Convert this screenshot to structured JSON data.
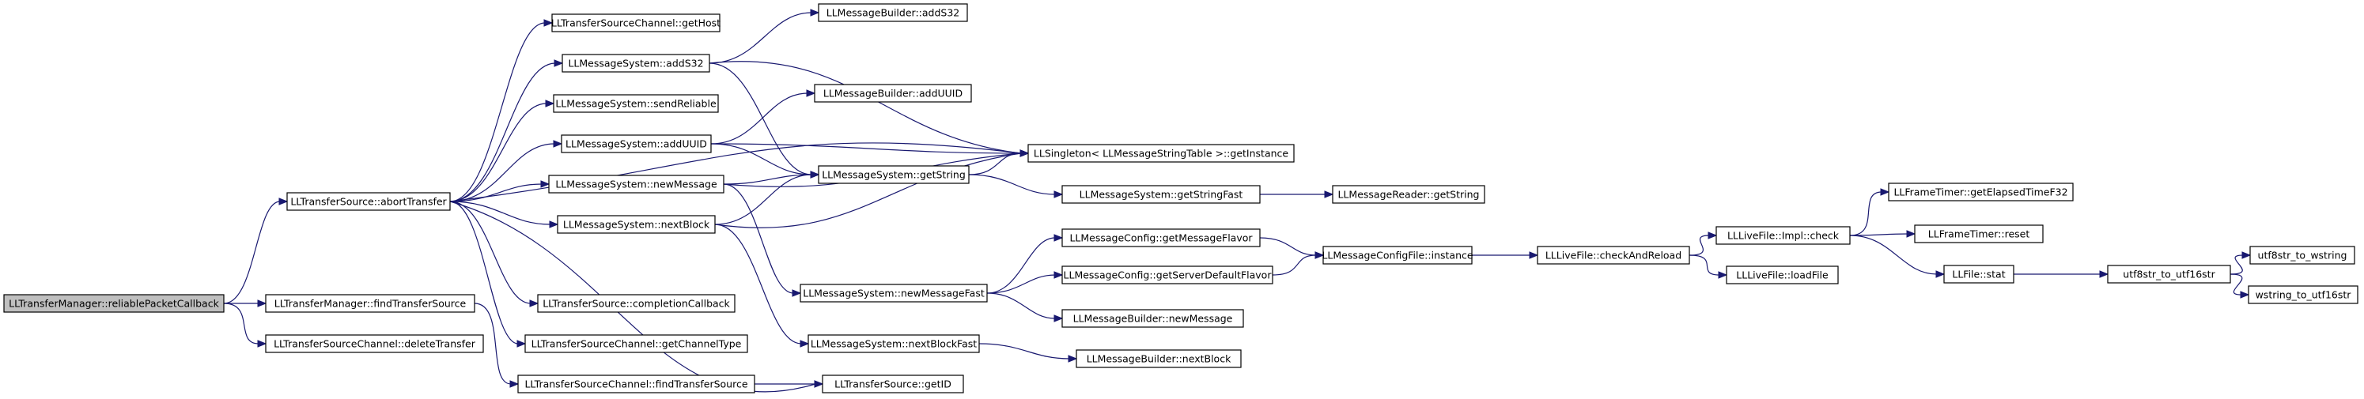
{
  "colors": {
    "edge": "#191970",
    "root_fill": "#bfbfbf",
    "node_fill": "#ffffff",
    "border": "#000000"
  },
  "nodes": [
    {
      "id": "root",
      "label": "LLTransferManager::reliablePacketCallback",
      "root": true
    },
    {
      "id": "abortTransfer",
      "label": "LLTransferSource::abortTransfer"
    },
    {
      "id": "findTransferSource",
      "label": "LLTransferManager::findTransferSource"
    },
    {
      "id": "deleteTransfer",
      "label": "LLTransferSourceChannel::deleteTransfer"
    },
    {
      "id": "getHost",
      "label": "LLTransferSourceChannel::getHost"
    },
    {
      "id": "addS32",
      "label": "LLMessageSystem::addS32"
    },
    {
      "id": "sendReliable",
      "label": "LLMessageSystem::sendReliable"
    },
    {
      "id": "addUUID",
      "label": "LLMessageSystem::addUUID"
    },
    {
      "id": "newMessage",
      "label": "LLMessageSystem::newMessage"
    },
    {
      "id": "nextBlock",
      "label": "LLMessageSystem::nextBlock"
    },
    {
      "id": "completionCallback",
      "label": "LLTransferSource::completionCallback"
    },
    {
      "id": "getChannelType",
      "label": "LLTransferSourceChannel::getChannelType"
    },
    {
      "id": "chFindTransferSource",
      "label": "LLTransferSourceChannel::findTransferSource"
    },
    {
      "id": "mbAddS32",
      "label": "LLMessageBuilder::addS32"
    },
    {
      "id": "mbAddUUID",
      "label": "LLMessageBuilder::addUUID"
    },
    {
      "id": "getInstance",
      "label": "LLSingleton< LLMessageStringTable >::getInstance"
    },
    {
      "id": "getString",
      "label": "LLMessageSystem::getString"
    },
    {
      "id": "newMessageFast",
      "label": "LLMessageSystem::newMessageFast"
    },
    {
      "id": "nextBlockFast",
      "label": "LLMessageSystem::nextBlockFast"
    },
    {
      "id": "getID",
      "label": "LLTransferSource::getID"
    },
    {
      "id": "getStringFast",
      "label": "LLMessageSystem::getStringFast"
    },
    {
      "id": "getMessageFlavor",
      "label": "LLMessageConfig::getMessageFlavor"
    },
    {
      "id": "getServerDefaultFlavor",
      "label": "LLMessageConfig::getServerDefaultFlavor"
    },
    {
      "id": "mbNewMessage",
      "label": "LLMessageBuilder::newMessage"
    },
    {
      "id": "mbNextBlock",
      "label": "LLMessageBuilder::nextBlock"
    },
    {
      "id": "mrGetString",
      "label": "LLMessageReader::getString"
    },
    {
      "id": "configInstance",
      "label": "LLMessageConfigFile::instance"
    },
    {
      "id": "checkAndReload",
      "label": "LLLiveFile::checkAndReload"
    },
    {
      "id": "implCheck",
      "label": "LLLiveFile::Impl::check"
    },
    {
      "id": "loadFile",
      "label": "LLLiveFile::loadFile"
    },
    {
      "id": "getElapsedTimeF32",
      "label": "LLFrameTimer::getElapsedTimeF32"
    },
    {
      "id": "timerReset",
      "label": "LLFrameTimer::reset"
    },
    {
      "id": "llfileStat",
      "label": "LLFile::stat"
    },
    {
      "id": "utf8str_to_utf16str",
      "label": "utf8str_to_utf16str"
    },
    {
      "id": "utf8str_to_wstring",
      "label": "utf8str_to_wstring"
    },
    {
      "id": "wstring_to_utf16str",
      "label": "wstring_to_utf16str"
    }
  ],
  "edges": [
    [
      "root",
      "abortTransfer"
    ],
    [
      "root",
      "findTransferSource"
    ],
    [
      "root",
      "deleteTransfer"
    ],
    [
      "abortTransfer",
      "getHost"
    ],
    [
      "abortTransfer",
      "addS32"
    ],
    [
      "abortTransfer",
      "sendReliable"
    ],
    [
      "abortTransfer",
      "addUUID"
    ],
    [
      "abortTransfer",
      "newMessage"
    ],
    [
      "abortTransfer",
      "nextBlock"
    ],
    [
      "abortTransfer",
      "completionCallback"
    ],
    [
      "abortTransfer",
      "getChannelType"
    ],
    [
      "abortTransfer",
      "getID"
    ],
    [
      "abortTransfer",
      "getInstance"
    ],
    [
      "addS32",
      "mbAddS32"
    ],
    [
      "addS32",
      "getString"
    ],
    [
      "addS32",
      "getInstance"
    ],
    [
      "addUUID",
      "mbAddUUID"
    ],
    [
      "addUUID",
      "getString"
    ],
    [
      "addUUID",
      "getInstance"
    ],
    [
      "newMessage",
      "getString"
    ],
    [
      "newMessage",
      "getInstance"
    ],
    [
      "newMessage",
      "newMessageFast"
    ],
    [
      "nextBlock",
      "getString"
    ],
    [
      "nextBlock",
      "getInstance"
    ],
    [
      "nextBlock",
      "nextBlockFast"
    ],
    [
      "getString",
      "getInstance"
    ],
    [
      "getString",
      "getStringFast"
    ],
    [
      "getStringFast",
      "mrGetString"
    ],
    [
      "newMessageFast",
      "getMessageFlavor"
    ],
    [
      "newMessageFast",
      "getServerDefaultFlavor"
    ],
    [
      "newMessageFast",
      "mbNewMessage"
    ],
    [
      "getMessageFlavor",
      "configInstance"
    ],
    [
      "getServerDefaultFlavor",
      "configInstance"
    ],
    [
      "configInstance",
      "checkAndReload"
    ],
    [
      "checkAndReload",
      "implCheck"
    ],
    [
      "checkAndReload",
      "loadFile"
    ],
    [
      "implCheck",
      "getElapsedTimeF32"
    ],
    [
      "implCheck",
      "timerReset"
    ],
    [
      "implCheck",
      "llfileStat"
    ],
    [
      "llfileStat",
      "utf8str_to_utf16str"
    ],
    [
      "utf8str_to_utf16str",
      "utf8str_to_wstring"
    ],
    [
      "utf8str_to_utf16str",
      "wstring_to_utf16str"
    ],
    [
      "nextBlockFast",
      "mbNextBlock"
    ],
    [
      "findTransferSource",
      "chFindTransferSource"
    ],
    [
      "chFindTransferSource",
      "getID"
    ]
  ]
}
